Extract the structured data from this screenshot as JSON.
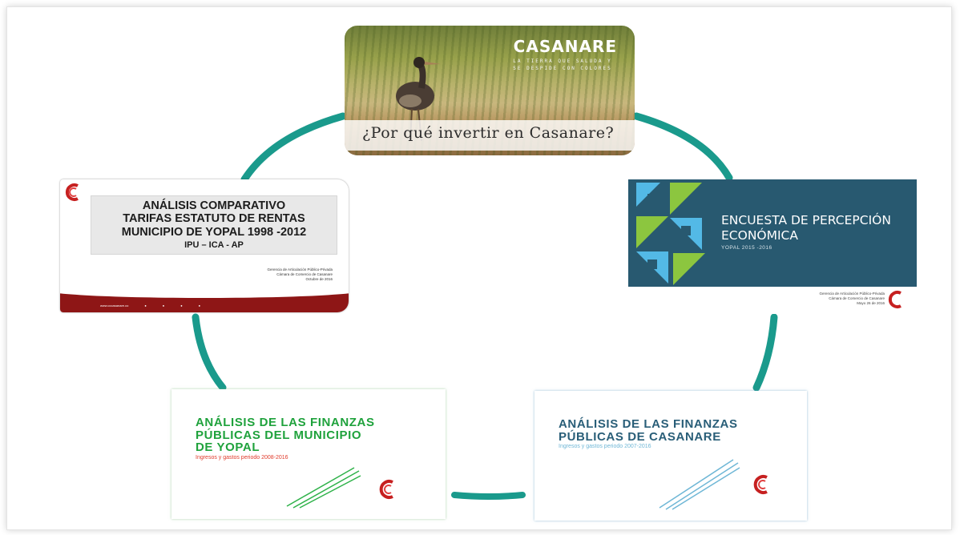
{
  "top_card": {
    "brand": "CASANARE",
    "tagline": "LA TIERRA QUE SALUDA Y SE DESPIDE CON COLORES",
    "question": "¿Por qué invertir en Casanare?"
  },
  "left_card": {
    "line1": "ANÁLISIS COMPARATIVO",
    "line2": "TARIFAS ESTATUTO DE RENTAS",
    "line3": "MUNICIPIO DE YOPAL 1998 -2012",
    "line4": "IPU – ICA - AP",
    "org1": "Gerencia de Articulación Público-Privada",
    "org2": "Cámara de Comercio de Casanare",
    "org3": "Octubre de 2016",
    "web": "www.cccasanare.co"
  },
  "right_card": {
    "title1": "ENCUESTA DE PERCEPCIÓN",
    "title2": "ECONÓMICA",
    "years": "YOPAL 2015 -2016",
    "org1": "Gerencia de Articulación Público-Privada",
    "org2": "Cámara de Comercio de Casanare",
    "org3": "Mayo 26 de 2016"
  },
  "bottom_left_card": {
    "title1": "ANÁLISIS DE LAS FINANZAS",
    "title2": "PÚBLICAS DEL MUNICIPIO",
    "title3": "DE YOPAL",
    "subtitle": "Ingresos y gastos periodo 2008-2016"
  },
  "bottom_right_card": {
    "title1": "ANÁLISIS DE LAS FINANZAS",
    "title2": "PÚBLICAS DE CASANARE",
    "subtitle": "Ingresos y gastos periodo 2007-2016"
  },
  "colors": {
    "connector": "#1a9a8c",
    "left_footer": "#8e1616",
    "right_panel": "#285970",
    "bl_title": "#1fa23c",
    "br_title": "#295e78"
  }
}
